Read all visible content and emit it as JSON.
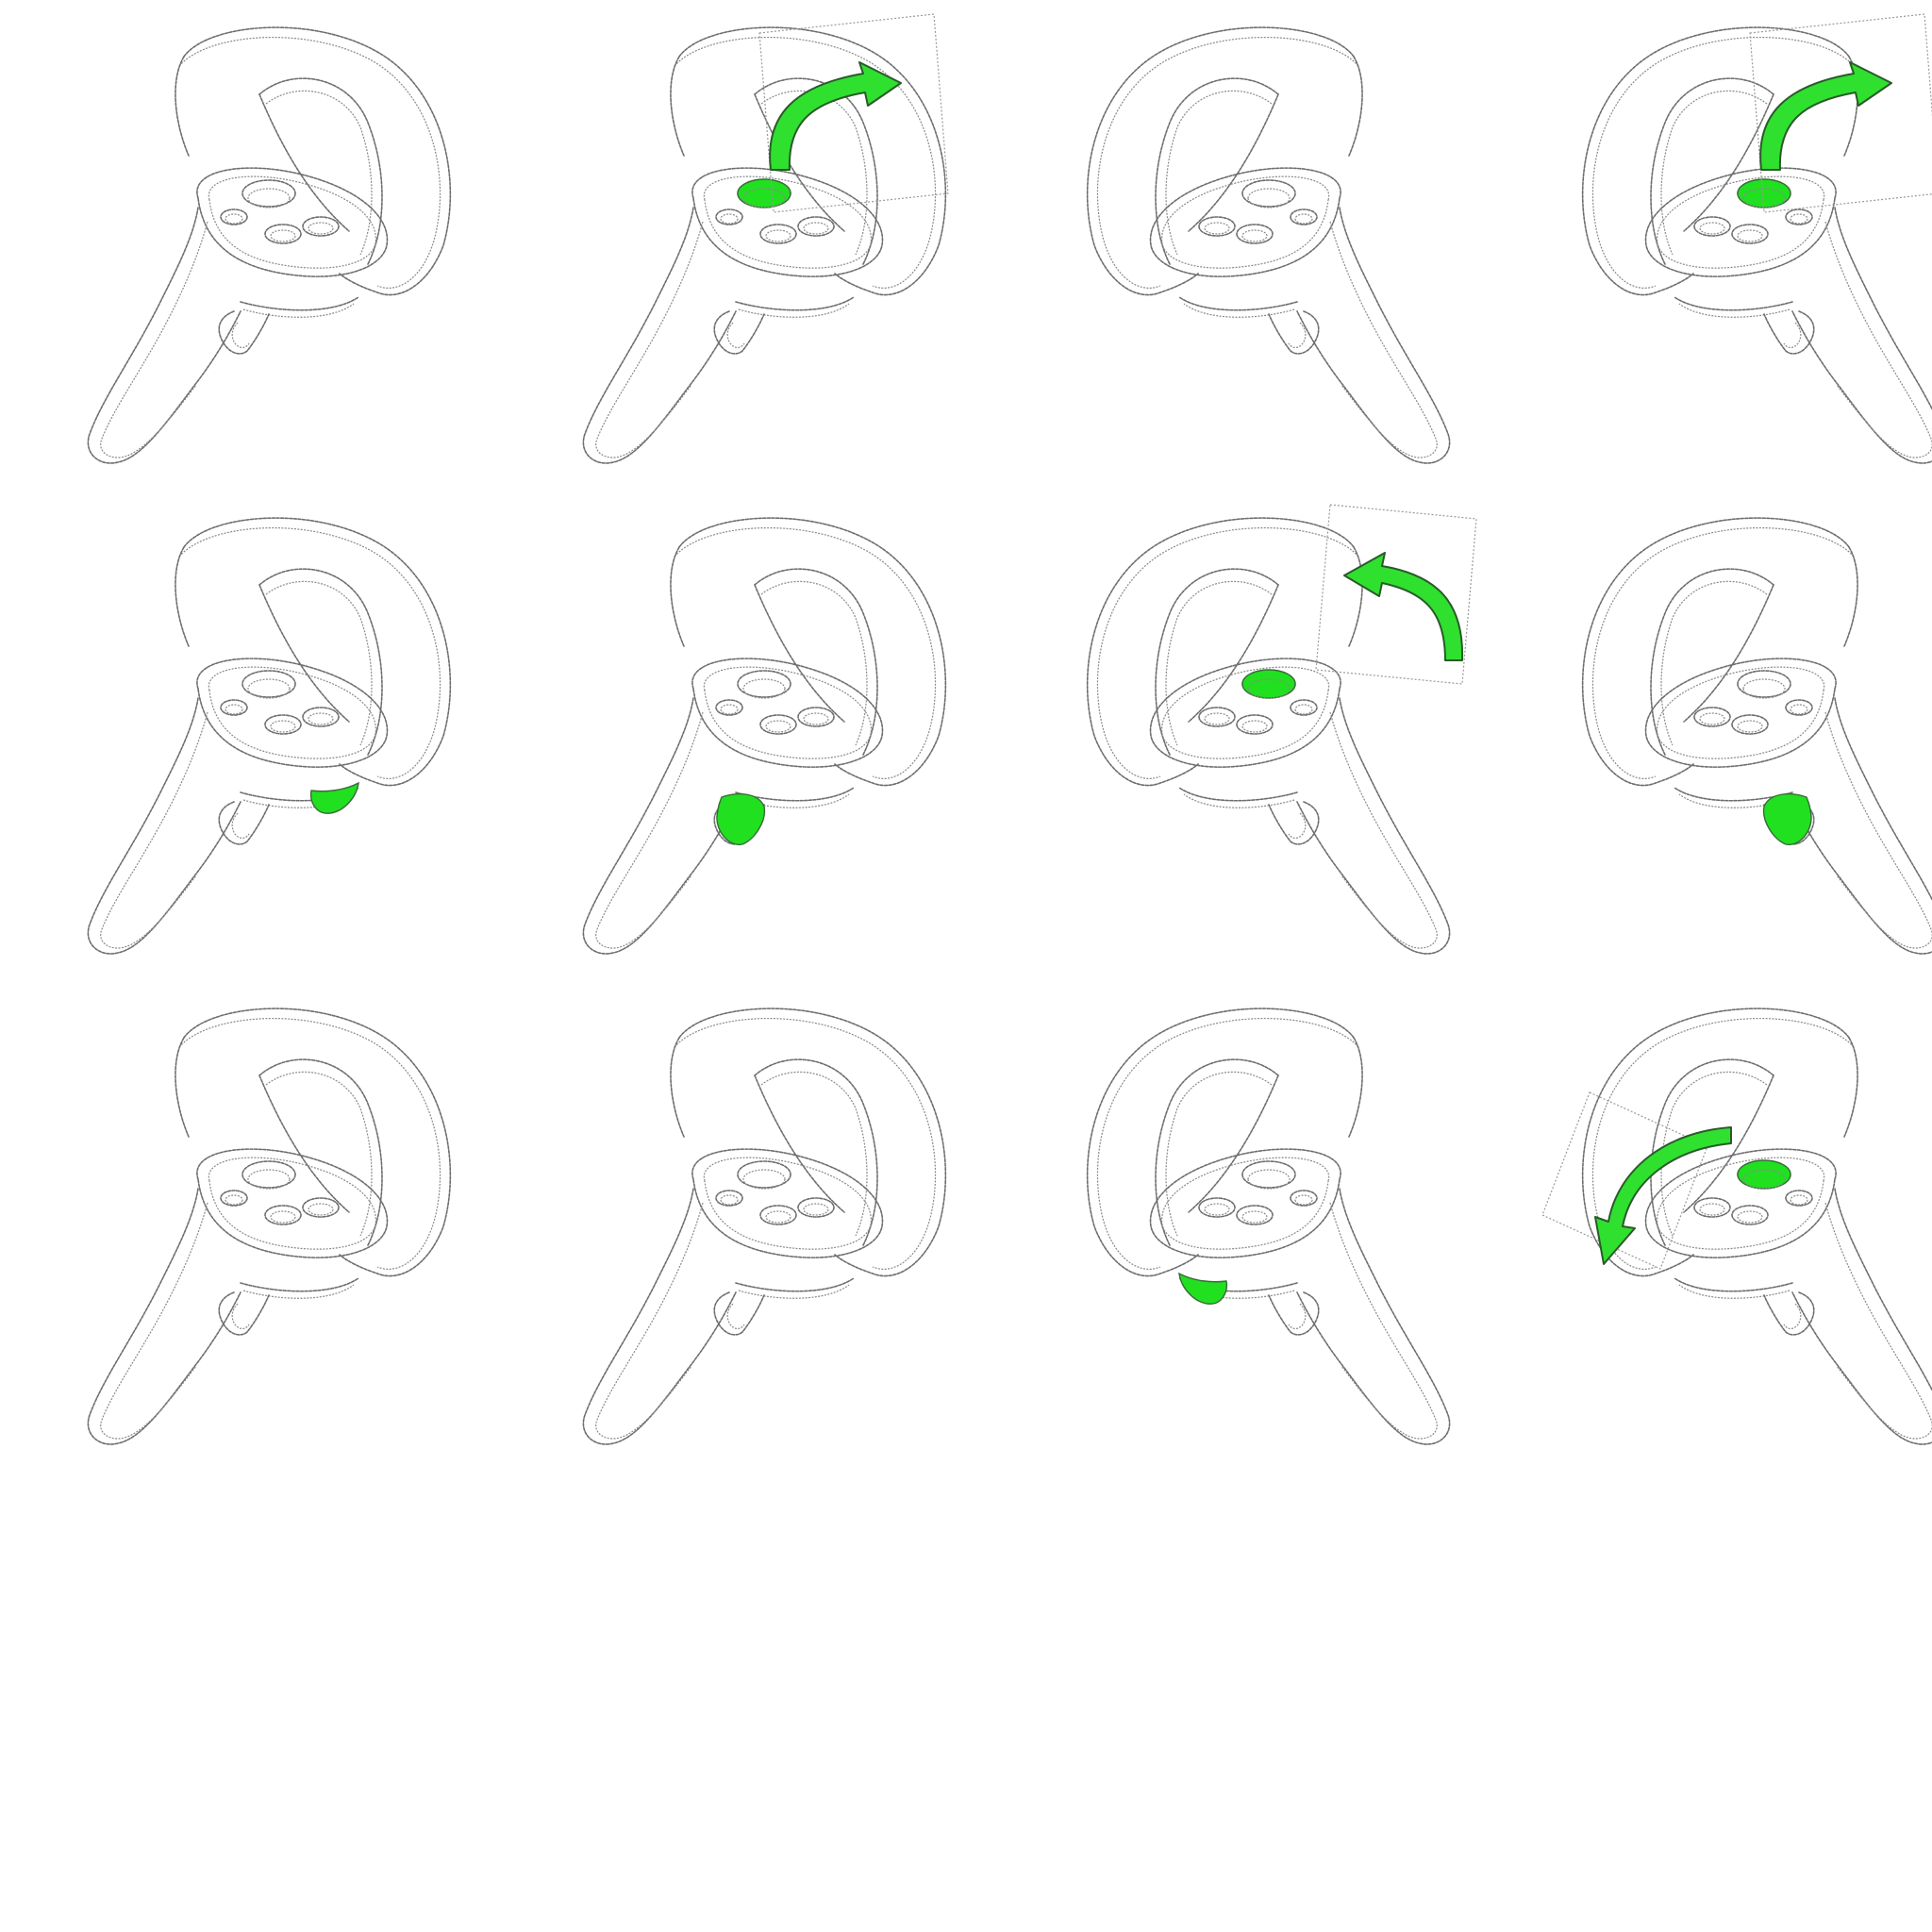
{
  "highlight_color": "#20e020",
  "outline_color": "#6e6e6e",
  "panels": [
    {
      "hand": "left",
      "highlight": "none",
      "gesture": "none"
    },
    {
      "hand": "left",
      "highlight": "thumbstick",
      "gesture": "arc-right"
    },
    {
      "hand": "right",
      "highlight": "none",
      "gesture": "none"
    },
    {
      "hand": "right",
      "highlight": "thumbstick",
      "gesture": "arc-right"
    },
    {
      "hand": "left",
      "highlight": "trigger",
      "gesture": "none"
    },
    {
      "hand": "left",
      "highlight": "grip",
      "gesture": "none"
    },
    {
      "hand": "right",
      "highlight": "thumbstick",
      "gesture": "arc-left"
    },
    {
      "hand": "right",
      "highlight": "grip",
      "gesture": "none"
    },
    {
      "hand": "left",
      "highlight": "none",
      "gesture": "none"
    },
    {
      "hand": "left",
      "highlight": "none",
      "gesture": "none"
    },
    {
      "hand": "right",
      "highlight": "trigger",
      "gesture": "none"
    },
    {
      "hand": "right",
      "highlight": "thumbstick",
      "gesture": "arc-down"
    }
  ]
}
